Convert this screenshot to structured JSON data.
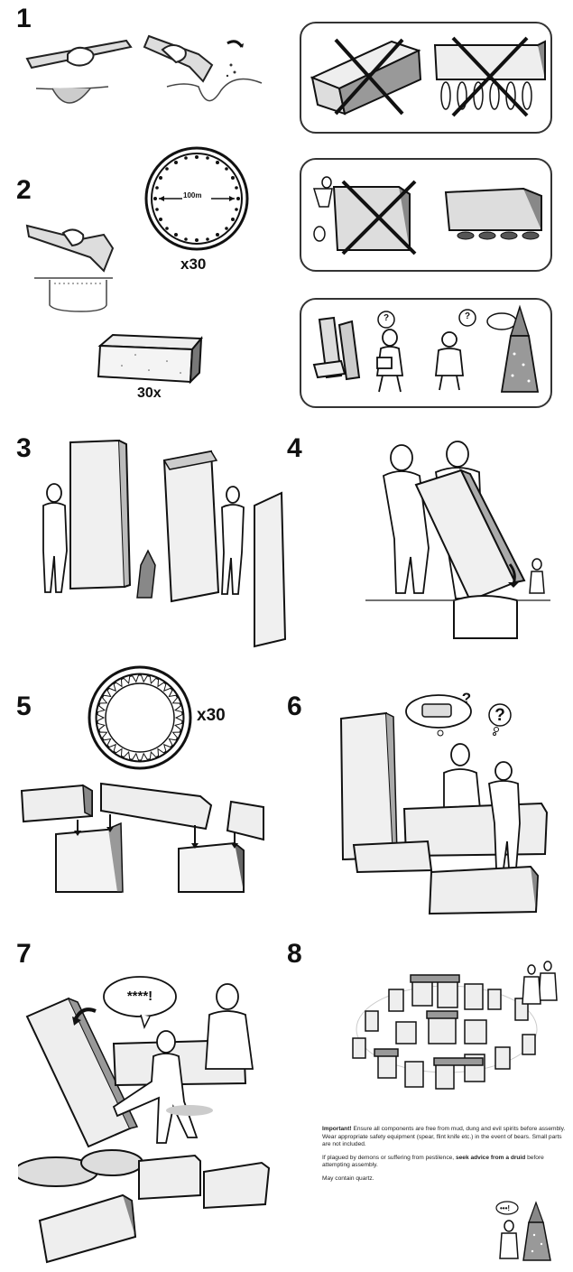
{
  "steps": {
    "s1": "1",
    "s2": "2",
    "s3": "3",
    "s4": "4",
    "s5": "5",
    "s6": "6",
    "s7": "7",
    "s8": "8"
  },
  "step2": {
    "circle_diameter_label": "100m",
    "circle_multiplier": "x30",
    "stone_multiplier": "30x"
  },
  "step5": {
    "ring_multiplier": "x30"
  },
  "step6": {
    "question_1": "?",
    "question_2": "?"
  },
  "step7": {
    "exclamation": "****!"
  },
  "side_panel": {
    "question_1": "?",
    "question_2": "?"
  },
  "notes": {
    "important_label": "Important!",
    "important_text": "Ensure all components are free from mud, dung and evil spirits before assembly. Wear appropriate safety equipment (spear, flint knife etc.) in the event of bears. Small parts are not included.",
    "plague_text": "If plagued by demons or suffering from pestilence,",
    "plague_bold": "seek advice from a druid",
    "plague_tail": "before attempting assembly.",
    "quartz_text": "May contain quartz."
  },
  "icons": [
    "cross-icon",
    "question-icon",
    "wizard-icon",
    "stone-block-icon",
    "figure-icon",
    "arrow-icon"
  ]
}
